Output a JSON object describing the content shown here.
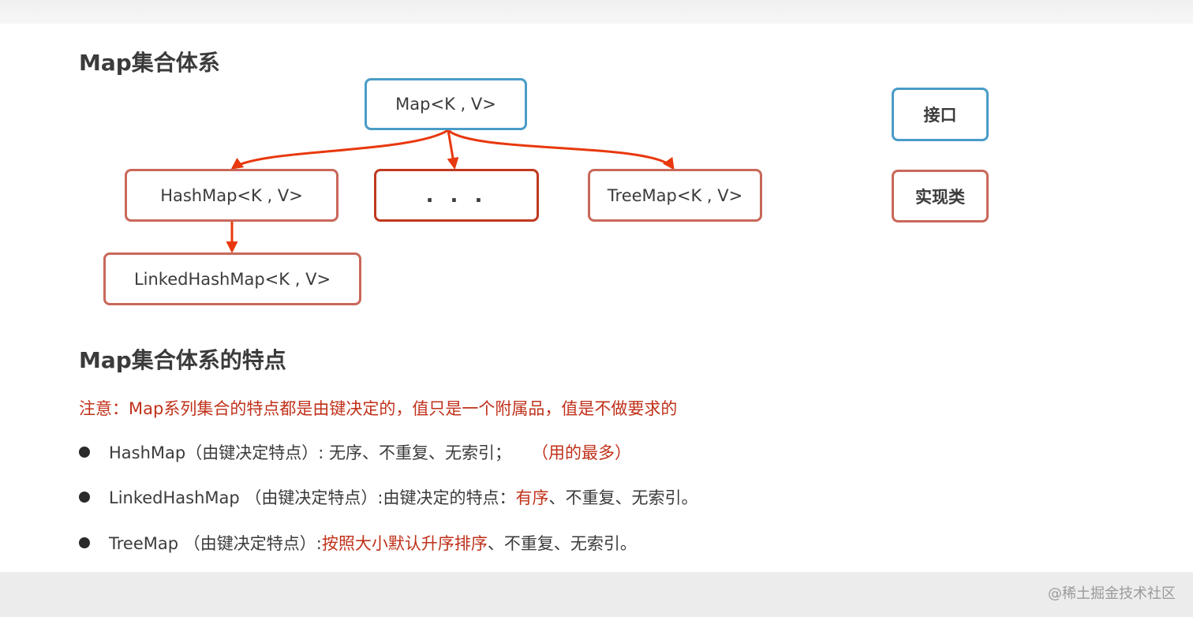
{
  "headings": {
    "hierarchy": "Map集合体系",
    "features": "Map集合体系的特点"
  },
  "diagram": {
    "root": "Map<K , V>",
    "children": [
      "HashMap<K , V>",
      ". . .",
      "TreeMap<K , V>"
    ],
    "grandchild": "LinkedHashMap<K , V>",
    "edges": [
      {
        "from": "Map<K , V>",
        "to": "HashMap<K , V>"
      },
      {
        "from": "Map<K , V>",
        "to": ". . ."
      },
      {
        "from": "Map<K , V>",
        "to": "TreeMap<K , V>"
      },
      {
        "from": "HashMap<K , V>",
        "to": "LinkedHashMap<K , V>"
      }
    ]
  },
  "legend": {
    "interface": "接口",
    "implementation": "实现类"
  },
  "note": "注意：Map系列集合的特点都是由键决定的，值只是一个附属品，值是不做要求的",
  "bullets": [
    {
      "text": "HashMap（由键决定特点）: 无序、不重复、无索引；",
      "highlight": "（用的最多）"
    },
    {
      "prefix": "LinkedHashMap （由键决定特点）:由键决定的特点：",
      "highlight": "有序",
      "suffix": "、不重复、无索引。"
    },
    {
      "prefix": "TreeMap （由键决定特点）:",
      "highlight": "按照大小默认升序排序",
      "suffix": "、不重复、无索引。"
    }
  ],
  "watermark": "@稀土掘金技术社区",
  "colors": {
    "interface_border": "#4a9cc7",
    "implementation_border": "#c9685a",
    "arrow": "#e8380d",
    "highlight_text": "#c0311a"
  }
}
